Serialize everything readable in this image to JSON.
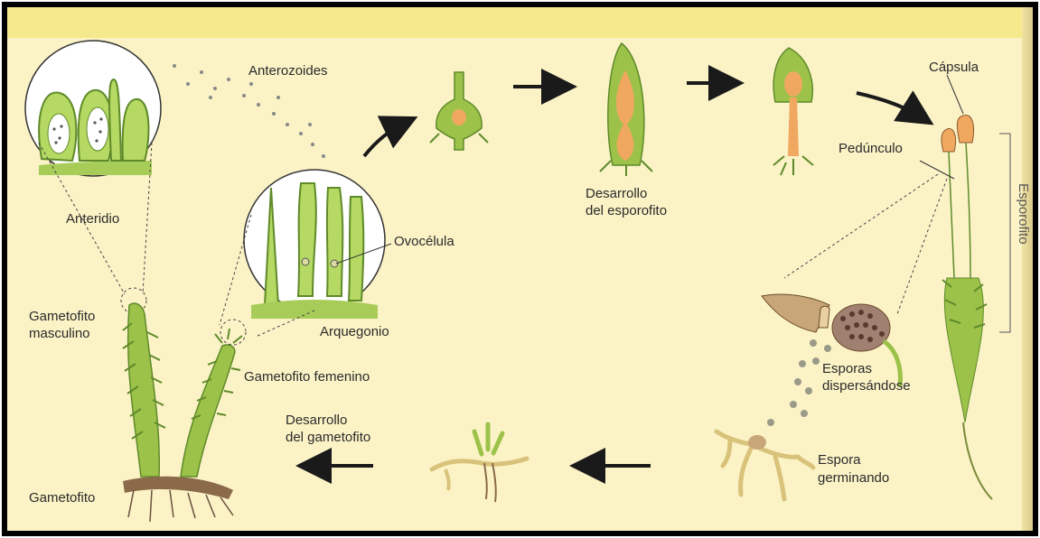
{
  "labels": {
    "anterozoides": "Anterozoides",
    "anteridio": "Anteridio",
    "ovocelula": "Ovocélula",
    "arquegonio": "Arquegonio",
    "gametofito_masculino_1": "Gametofito",
    "gametofito_masculino_2": "masculino",
    "gametofito_femenino": "Gametofito femenino",
    "gametofito": "Gametofito",
    "desarrollo_esporofito_1": "Desarrollo",
    "desarrollo_esporofito_2": "del esporofito",
    "capsula": "Cápsula",
    "pedunculo": "Pedúnculo",
    "esporofito": "Esporofito",
    "esporas_1": "Esporas",
    "esporas_2": "dispersándose",
    "espora_germinando_1": "Espora",
    "espora_germinando_2": "germinando",
    "desarrollo_gametofito_1": "Desarrollo",
    "desarrollo_gametofito_2": "del gametofito"
  },
  "colors": {
    "background": "#fbf3c6",
    "band": "#f6e98d",
    "plant_green": "#9cc24a",
    "plant_outline": "#5f8a2a",
    "sporophyte_orange": "#f0a860",
    "arrow": "#1a1a1a"
  }
}
